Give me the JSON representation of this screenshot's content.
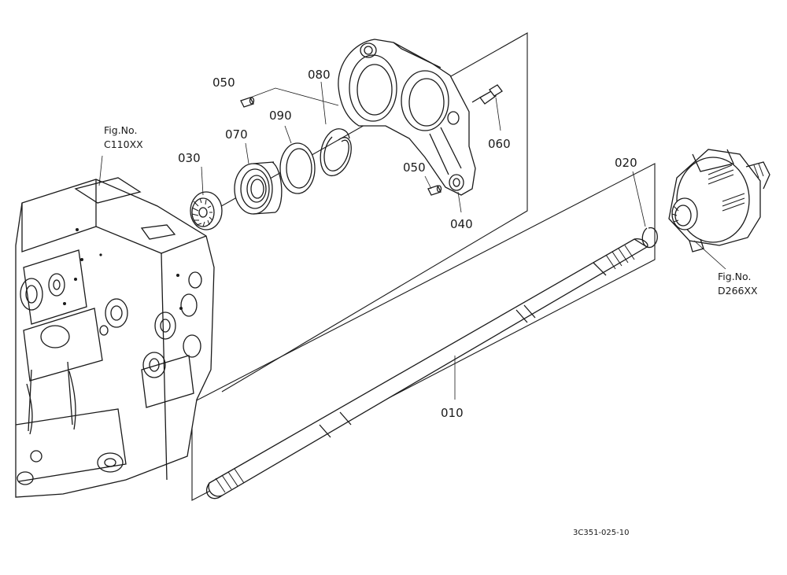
{
  "callouts": {
    "p010": "010",
    "p020": "020",
    "p030": "030",
    "p040": "040",
    "p050_top": "050",
    "p050_bottom": "050",
    "p060": "060",
    "p070": "070",
    "p080": "080",
    "p090": "090"
  },
  "references": {
    "housing_fig": "Fig.No.",
    "housing_code": "C110XX",
    "differential_fig": "Fig.No.",
    "differential_code": "D266XX"
  },
  "drawing_code": "3C351-025-10"
}
